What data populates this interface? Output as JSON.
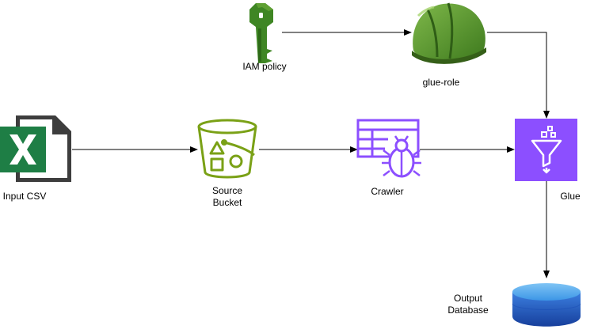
{
  "nodes": {
    "iam_policy": {
      "label": "IAM policy",
      "icon": "iam-key-icon",
      "color": "#3F8624"
    },
    "glue_role": {
      "label": "glue-role",
      "icon": "hardhat-icon",
      "color": "#5A9B30"
    },
    "input_csv": {
      "label": "Input CSV",
      "icon": "excel-file-icon",
      "color": "#1E7E45"
    },
    "source_bucket": {
      "label_line1": "Source",
      "label_line2": "Bucket",
      "icon": "s3-bucket-icon",
      "color": "#7AA116"
    },
    "crawler": {
      "label": "Crawler",
      "icon": "glue-crawler-icon",
      "color": "#8C4FFF"
    },
    "glue": {
      "label": "Glue",
      "icon": "glue-funnel-icon",
      "color": "#8C4FFF"
    },
    "output_db": {
      "label_line1": "Output",
      "label_line2": "Database",
      "icon": "database-cylinder-icon",
      "color": "#1F63D1"
    }
  },
  "edges": [
    {
      "from": "iam_policy",
      "to": "glue_role"
    },
    {
      "from": "glue_role",
      "to": "glue"
    },
    {
      "from": "input_csv",
      "to": "source_bucket"
    },
    {
      "from": "source_bucket",
      "to": "crawler"
    },
    {
      "from": "crawler",
      "to": "glue"
    },
    {
      "from": "glue",
      "to": "output_db"
    }
  ]
}
